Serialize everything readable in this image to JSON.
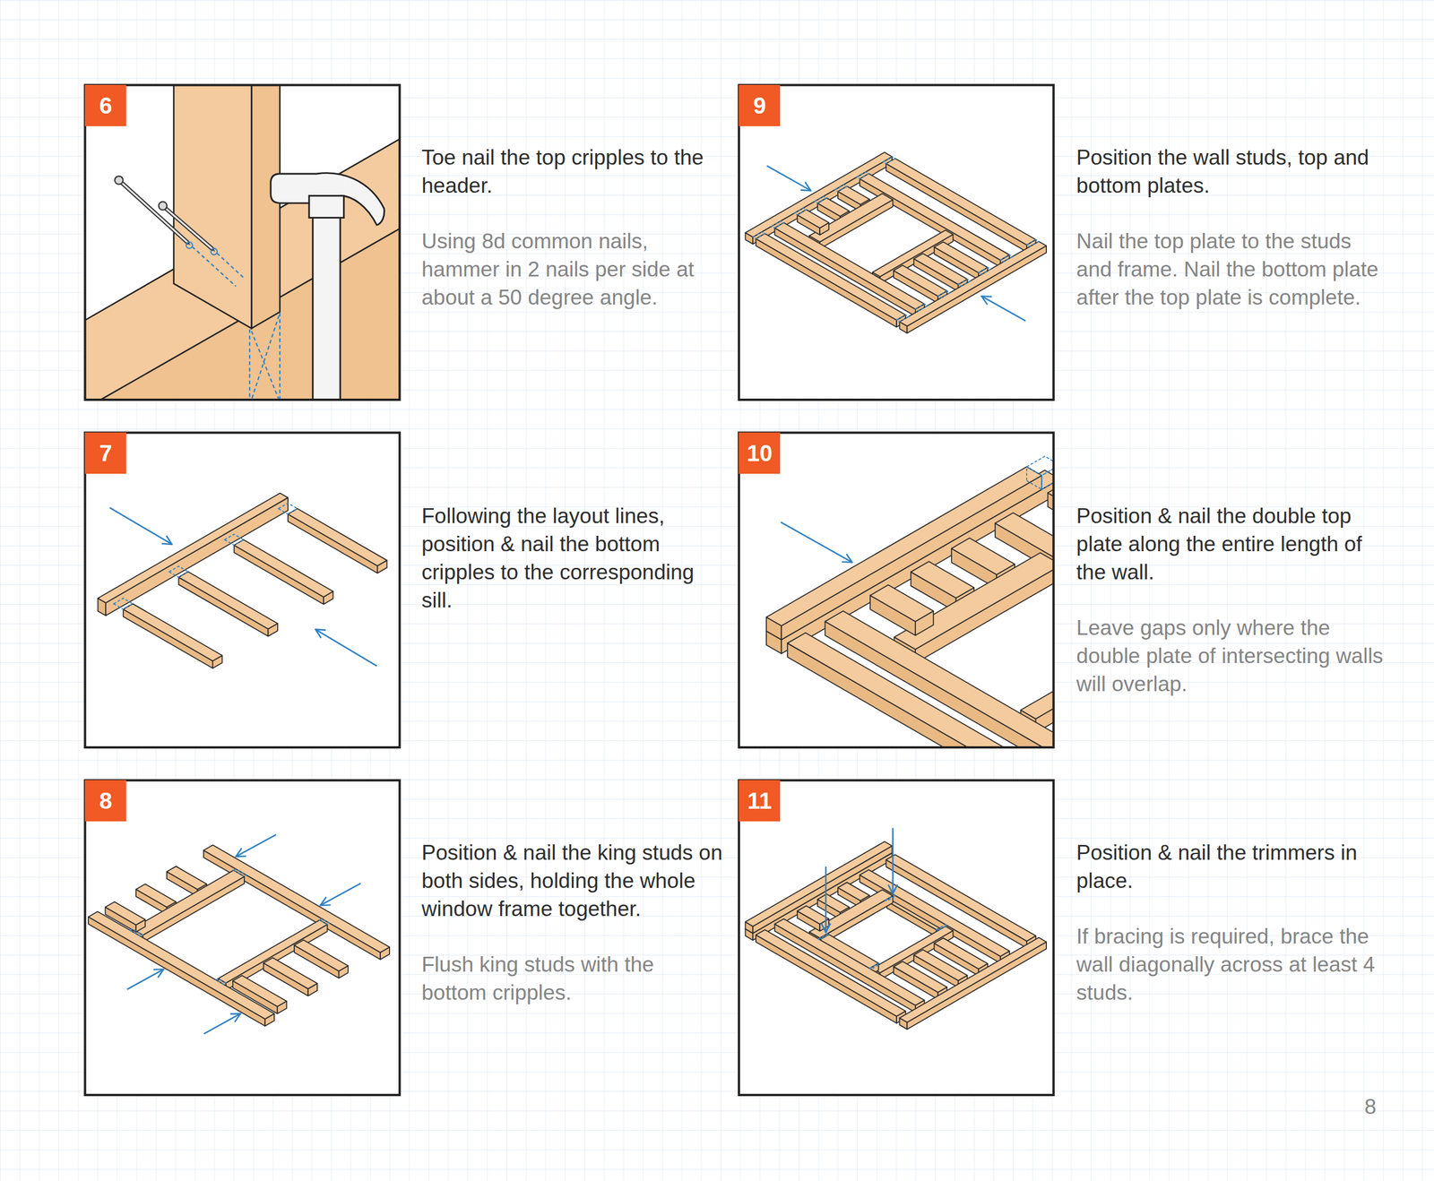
{
  "diagram": {
    "nodes": [
      {
        "text": [
          "6"
        ]
      },
      {
        "text": [
          "7"
        ]
      },
      {
        "text": [
          "8"
        ]
      },
      {
        "text": [
          "9"
        ]
      },
      {
        "text": [
          "10"
        ]
      },
      {
        "text": [
          "11"
        ]
      }
    ],
    "labels": [
      "Toe nail the top cripples to the header.",
      "Using 8d common nails, hammer in 2 nails per side at about a 50 degree angle.",
      "Following the layout lines, position & nail the bottom cripples to the corresponding sill.",
      "Position & nail the king studs on both sides, holding the whole window frame together.",
      "Flush king studs with the bottom cripples.",
      "Position the wall studs, top and bottom plates.",
      "Nail the top plate to the studs and frame. Nail the bottom plate after the top plate is complete.",
      "Position & nail the double top plate along the entire length of the wall.",
      "Leave gaps only where the double plate of intersecting walls will overlap.",
      "Position & nail the trimmers in place.",
      "If bracing is required, brace the wall diagonally across at least 4 studs.",
      "8"
    ]
  }
}
